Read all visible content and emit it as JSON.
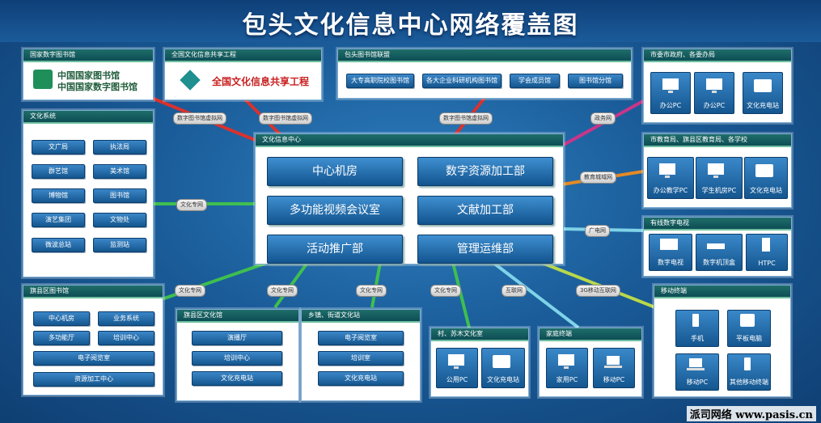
{
  "title": "包头文化信息中心网络覆盖图",
  "colors": {
    "red": "#d9322e",
    "green": "#3fbf4f",
    "pink": "#c9358a",
    "orange": "#e38a26",
    "cyan": "#7fd3e8",
    "lime": "#b9d84a"
  },
  "panels": {
    "national_library": {
      "title": "国家数字图书馆",
      "logo_line1": "中国国家图书馆",
      "logo_line2": "中国国家数字图书馆"
    },
    "culture_share": {
      "title": "全国文化信息共享工程",
      "logo_text": "全国文化信息共享工程"
    },
    "baotou_library": {
      "title": "包头图书馆联盟",
      "items": [
        "大专高职院校图书馆",
        "各大企业科研机构图书馆",
        "学会成员馆",
        "图书馆分馆"
      ]
    },
    "city_gov": {
      "title": "市委市政府、各委办局",
      "devices": [
        "办公PC",
        "办公PC",
        "文化充电站"
      ]
    },
    "culture_system": {
      "title": "文化系统",
      "items": [
        "文广局",
        "执法局",
        "群艺馆",
        "美术馆",
        "博物馆",
        "图书馆",
        "演艺集团",
        "文物处",
        "微波总站",
        "监测站"
      ]
    },
    "center": {
      "title": "文化信息中心",
      "items": [
        "中心机房",
        "数字资源加工部",
        "多功能视频会议室",
        "文献加工部",
        "活动推广部",
        "管理运维部"
      ]
    },
    "education": {
      "title": "市教育局、旗县区教育局、各学校",
      "devices": [
        "办公教学PC",
        "学生机房PC",
        "文化充电站"
      ]
    },
    "cable_tv": {
      "title": "有线数字电视",
      "devices": [
        "数字电视",
        "数字机顶盒",
        "HTPC"
      ]
    },
    "county_library": {
      "title": "旗县区图书馆",
      "items": [
        "中心机房",
        "业务系统",
        "多功能厅",
        "培训中心",
        "电子阅览室",
        "资源加工中心"
      ]
    },
    "county_culture": {
      "title": "旗县区文化馆",
      "items": [
        "演播厅",
        "培训中心",
        "文化充电站"
      ]
    },
    "township": {
      "title": "乡镇、街道文化站",
      "items": [
        "电子阅览室",
        "培训室",
        "文化充电站"
      ]
    },
    "village": {
      "title": "村、苏木文化室",
      "devices": [
        "公用PC",
        "文化充电站"
      ]
    },
    "family": {
      "title": "家庭终端",
      "devices": [
        "家用PC",
        "移动PC"
      ]
    },
    "mobile": {
      "title": "移动终端",
      "devices": [
        "手机",
        "平板电脑",
        "移动PC",
        "其他移动终端"
      ]
    }
  },
  "tags": {
    "vnet1": "数字图书馆虚拟网",
    "vnet2": "数字图书馆虚拟网",
    "vnet3": "数字图书馆虚拟网",
    "gov": "政务网",
    "edu": "教育城域网",
    "culture1": "文化专网",
    "radio": "广电网",
    "c2": "文化专网",
    "c3": "文化专网",
    "c4": "文化专网",
    "c5": "文化专网",
    "internet": "互联网",
    "g3": "3G移动互联网"
  },
  "watermark": "派司网络 www.pasis.cn"
}
